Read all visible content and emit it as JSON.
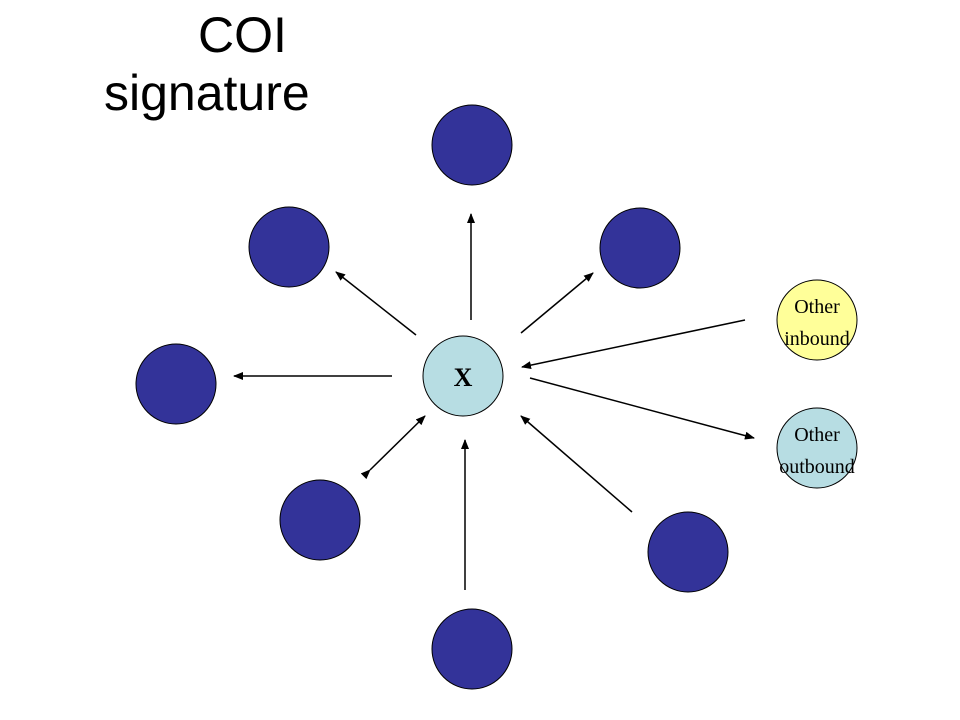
{
  "title": {
    "line1": "COI",
    "line2": "signature"
  },
  "colors": {
    "peer_fill": "#333399",
    "center_fill": "#b7dde3",
    "inbound_fill": "#ffff99",
    "outbound_fill": "#b7dde3",
    "stroke": "#000000"
  },
  "center": {
    "label": "X"
  },
  "peers": [
    {
      "id": "top",
      "link": "outbound"
    },
    {
      "id": "upper-right",
      "link": "outbound"
    },
    {
      "id": "upper-left",
      "link": "outbound"
    },
    {
      "id": "left",
      "link": "outbound"
    },
    {
      "id": "lower-left",
      "link": "bidirectional"
    },
    {
      "id": "bottom",
      "link": "inbound"
    },
    {
      "id": "lower-right",
      "link": "inbound"
    }
  ],
  "legend": {
    "inbound": {
      "line1": "Other",
      "line2": "inbound"
    },
    "outbound": {
      "line1": "Other",
      "line2": "outbound"
    }
  }
}
